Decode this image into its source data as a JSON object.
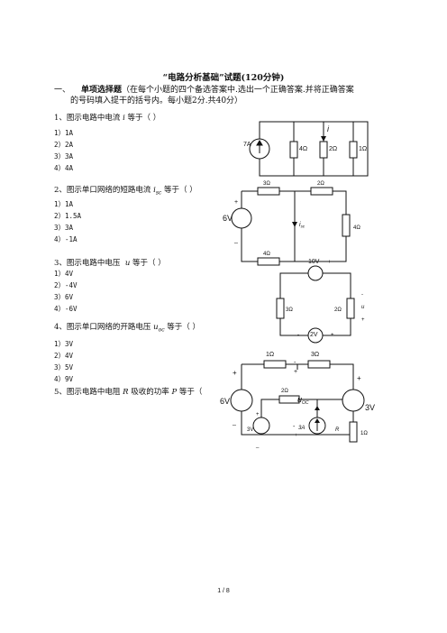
{
  "title": "“电路分析基础”试题(120分钟)",
  "section": {
    "number": "一、",
    "heading": "单项选择题",
    "instructions_line1": "（在每个小题的四个备选答案中.选出一个正确答案.并将正确答案",
    "instructions_line2": "的号码填入提干的括号内。每小题2分.共40分）"
  },
  "questions": [
    {
      "stem_pre": "1、图示电路中电流",
      "var": "i",
      "sub": "",
      "stem_post": "等于（     ）",
      "options": [
        "1）1A",
        "2）2A",
        "3）3A",
        "4）4A"
      ]
    },
    {
      "stem_pre": "2、图示单口网络的短路电流",
      "var": "i",
      "sub": "sc",
      "stem_post": "等于（     ）",
      "options": [
        "1）1A",
        "2）1.5A",
        "3）3A",
        "4）-1A"
      ]
    },
    {
      "stem_pre": "3、图示电路中电压",
      "var": "u",
      "sub": "",
      "stem_post": "等于（     ）",
      "options": [
        "1）4V",
        "2）-4V",
        "3）6V",
        "4）-6V"
      ]
    },
    {
      "stem_pre": "4、图示单口网络的开路电压",
      "var": "u",
      "sub": "oc",
      "stem_post": "等于（     ）",
      "options": [
        "1）3V",
        "2）4V",
        "3）5V",
        "4）9V"
      ]
    },
    {
      "stem_pre": "5、图示电路中电阻",
      "var": "R",
      "sub": "",
      "stem_mid": "吸收的功率",
      "var2": "P",
      "stem_post": "等于（",
      "options": []
    }
  ],
  "circuits": {
    "c1": {
      "source": "7A",
      "r1": "4Ω",
      "r2": "2Ω",
      "r3": "1Ω",
      "current": "i"
    },
    "c2": {
      "r_top1": "3Ω",
      "r_top2": "2Ω",
      "r_right": "4Ω",
      "r_bottom": "4Ω",
      "voltage": "6V",
      "plus": "+",
      "minus": "_",
      "isc": "i",
      "isc_sub": "sc"
    },
    "c3": {
      "source": "10V",
      "r_left": "3Ω",
      "r_right": "2Ω",
      "source2": "2V",
      "u": "u",
      "plus": "+",
      "minus": "-"
    },
    "c4": {
      "r_top1": "1Ω",
      "r_top2": "3Ω",
      "r_mid": "2Ω",
      "v_left": "6V",
      "v_right": "3V",
      "v_small": "3V",
      "i_src": "3A",
      "r_load": "1Ω",
      "R": "R",
      "uoc": "u",
      "uoc_sub": "OC",
      "plus": "+",
      "minus": "-",
      "minus_low": "_"
    }
  },
  "page_number": "1 / 8"
}
